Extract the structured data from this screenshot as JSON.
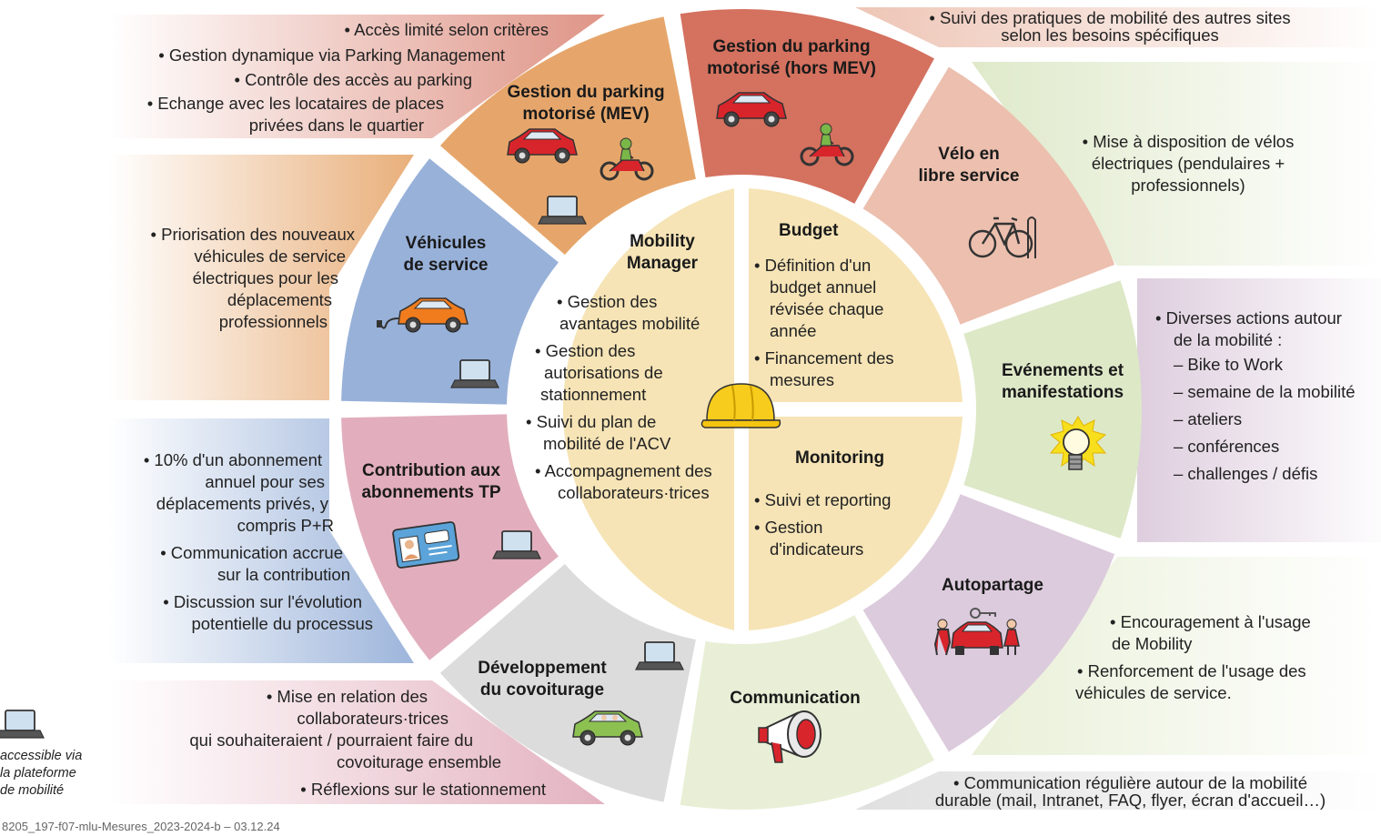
{
  "center": {
    "mobility_manager": {
      "title": [
        "Mobility",
        "Manager"
      ],
      "lines": [
        "• Gestion des",
        "avantages mobilité",
        "• Gestion des",
        "autorisations de",
        "stationnement",
        "• Suivi du plan de",
        "mobilité de l'ACV",
        "• Accompagnement des",
        "collaborateurs·trices"
      ]
    },
    "budget": {
      "title": "Budget",
      "lines": [
        "• Définition d'un",
        "budget annuel",
        "révisée chaque",
        "année",
        "• Financement des",
        "mesures"
      ]
    },
    "monitoring": {
      "title": "Monitoring",
      "lines": [
        "• Suivi et reporting",
        "• Gestion",
        "d'indicateurs"
      ]
    }
  },
  "sectors": {
    "parking_mev": {
      "title": [
        "Gestion du parking",
        "motorisé (MEV)"
      ],
      "outer": [
        "• Accès limité selon critères",
        "• Gestion dynamique via Parking Management",
        "• Contrôle des accès au parking",
        "• Echange avec les locataires de places",
        "privées dans le quartier"
      ],
      "color": "#d4715f"
    },
    "parking_hors_mev": {
      "title": [
        "Gestion du parking",
        "motorisé (hors MEV)"
      ],
      "outer": [
        "• Suivi des pratiques de mobilité des autres sites",
        "selon les besoins spécifiques"
      ],
      "color": "#ecbfae"
    },
    "velo": {
      "title": [
        "Vélo en",
        "libre service"
      ],
      "outer": [
        "• Mise à disposition de vélos",
        "électriques (pendulaires +",
        "professionnels)"
      ],
      "color": "#dde8c7"
    },
    "evenements": {
      "title": [
        "Evénements et",
        "manifestations"
      ],
      "outer": [
        "• Diverses actions autour",
        "de la mobilité :",
        "– Bike to Work",
        "– semaine de la mobilité",
        "– ateliers",
        "– conférences",
        "– challenges / défis"
      ],
      "color": "#dccbdc"
    },
    "autopartage": {
      "title": [
        "Autopartage"
      ],
      "outer": [
        "• Encouragement à l'usage",
        "de Mobility",
        "• Renforcement de l'usage des",
        "véhicules de service."
      ],
      "color": "#e8efd6"
    },
    "communication": {
      "title": [
        "Communication"
      ],
      "outer": [
        "• Communication régulière autour de la mobilité",
        "durable (mail, Intranet, FAQ, flyer, écran d'accueil…)"
      ],
      "color": "#dcdcdc"
    },
    "covoiturage": {
      "title": [
        "Développement",
        "du covoiturage"
      ],
      "outer": [
        "• Mise en relation des",
        "collaborateurs·trices",
        "qui souhaiteraient / pourraient faire du",
        "covoiturage ensemble",
        "• Réflexions sur le stationnement"
      ],
      "color": "#e2aebd"
    },
    "contribution_tp": {
      "title": [
        "Contribution aux",
        "abonnements TP"
      ],
      "outer": [
        "• 10% d'un abonnement",
        "annuel pour ses",
        "déplacements privés, y",
        "compris P+R",
        "• Communication accrue",
        "sur la contribution",
        "• Discussion sur l'évolution",
        "potentielle du processus"
      ],
      "color": "#98b1d9"
    },
    "vehicules_service": {
      "title": [
        "Véhicules",
        "de service"
      ],
      "outer": [
        "• Priorisation des nouveaux",
        "véhicules de service",
        "électriques pour les",
        "déplacements",
        "professionnels"
      ],
      "color": "#e6a66b"
    }
  },
  "legend": {
    "icon": "laptop-icon",
    "lines": [
      "accessible via",
      "la plateforme",
      "de mobilité"
    ]
  },
  "footer": "8205_197-f07-mlu-Mesures_2023-2024-b – 03.12.24",
  "icons": [
    "car-icon",
    "motorbike-icon",
    "laptop-icon",
    "bicycle-icon",
    "lightbulb-icon",
    "carsharing-icon",
    "megaphone-icon",
    "travelcard-icon",
    "electric-car-icon",
    "helmet-icon"
  ]
}
